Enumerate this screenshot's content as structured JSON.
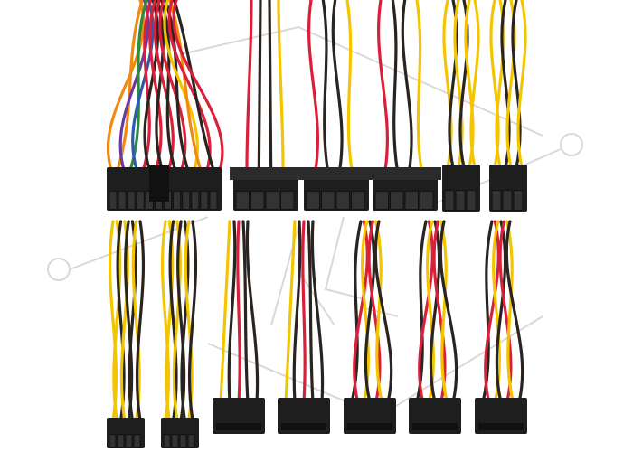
{
  "colors": {
    "background": "#ffffff",
    "connector": "#1e1e1e",
    "wire_yellow": "#f2c500",
    "wire_black": "#2a2420",
    "wire_red": "#d8203a",
    "wire_orange": "#f08a10",
    "wire_purple": "#6a3aa0",
    "wire_green": "#2f8a3a",
    "wire_blue": "#2c5bb0",
    "watermark": "#c8c8c8"
  },
  "connectors": {
    "top_row": [
      "atx-24pin",
      "molex-4pin",
      "molex-4pin",
      "molex-4pin",
      "pcie-6pin",
      "pcie-6pin"
    ],
    "bottom_row": [
      "eps-8pin",
      "eps-8pin",
      "sata",
      "sata",
      "sata",
      "sata",
      "sata"
    ]
  }
}
